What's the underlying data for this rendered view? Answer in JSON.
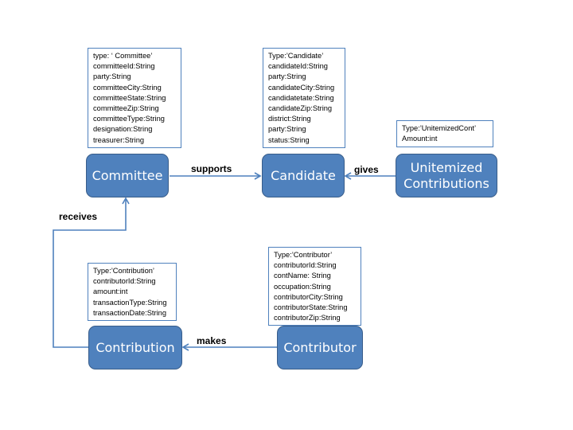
{
  "entities": {
    "committee": {
      "label": "Committee"
    },
    "candidate": {
      "label": "Candidate"
    },
    "unitemized": {
      "label_line1": "Unitemized",
      "label_line2": "Contributions"
    },
    "contribution": {
      "label": "Contribution"
    },
    "contributor": {
      "label": "Contributor"
    }
  },
  "attributes": {
    "committee": [
      "type: ‘ Committee’",
      "committeeId:String",
      "party:String",
      "committeeCity:String",
      "committeeState:String",
      "committeeZip:String",
      "committeeType:String",
      "designation:String",
      "treasurer:String"
    ],
    "candidate": [
      "Type:’Candidate’",
      "candidateId:String",
      "party:String",
      "candidateCity:String",
      "candidatetate:String",
      "candidateZip:String",
      "district:String",
      "party:String",
      "status:String"
    ],
    "unitemized": [
      "Type:’UnitemizedCont’",
      "Amount:int"
    ],
    "contribution": [
      "Type:’Contribution’",
      "contributorId:String",
      "amount:int",
      "transactionType:String",
      "transactionDate:String"
    ],
    "contributor": [
      "Type:’Contributor’",
      "contributorId:String",
      "contName: String",
      "occupation:String",
      "contributorCity:String",
      "contributorState:String",
      "contributorZip:String"
    ]
  },
  "relationships": {
    "supports": "supports",
    "gives": "gives",
    "receives": "receives",
    "makes": "makes"
  },
  "colors": {
    "entity_fill": "#4f81bd",
    "entity_border": "#385d8a",
    "edge": "#4f81bd"
  }
}
